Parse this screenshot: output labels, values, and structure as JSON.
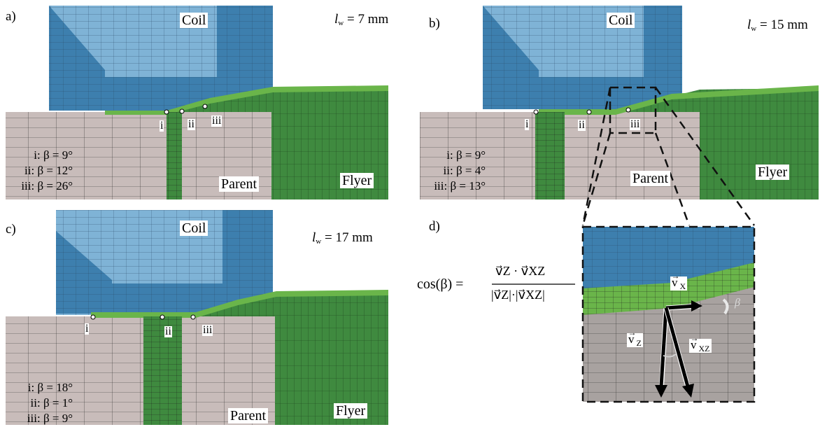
{
  "colors": {
    "coil_light": "#7fb3d6",
    "coil_dark": "#3d7fae",
    "flyer": "#3f8a3f",
    "flyer_light": "#6ab54a",
    "parent": "#c8bcba",
    "mesh": "#1a1a1a"
  },
  "panels": [
    {
      "label": "a)",
      "lw_symbol": "l",
      "lw_sub": "w",
      "lw_value": "= 7 mm",
      "coil": "Coil",
      "parent": "Parent",
      "flyer": "Flyer",
      "points": [
        "i",
        "ii",
        "iii"
      ],
      "betas": [
        "i: β = 9°",
        "ii: β = 12°",
        "iii: β = 26°"
      ]
    },
    {
      "label": "b)",
      "lw_symbol": "l",
      "lw_sub": "w",
      "lw_value": "= 15 mm",
      "coil": "Coil",
      "parent": "Parent",
      "flyer": "Flyer",
      "points": [
        "i",
        "ii",
        "iii"
      ],
      "betas": [
        "i: β = 9°",
        "ii: β = 4°",
        "iii: β = 13°"
      ]
    },
    {
      "label": "c)",
      "lw_symbol": "l",
      "lw_sub": "w",
      "lw_value": "= 17 mm",
      "coil": "Coil",
      "parent": "Parent",
      "flyer": "Flyer",
      "points": [
        "i",
        "ii",
        "iii"
      ],
      "betas": [
        "i: β = 18°",
        "ii: β = 1°",
        "iii: β = 9°"
      ]
    }
  ],
  "detail": {
    "label": "d)",
    "formula_lhs": "cos(β) =",
    "formula_num": "v⃗Z · v⃗XZ",
    "formula_den": "|v⃗Z|·|v⃗XZ|",
    "vx": "X",
    "vz": "Z",
    "vxz": "XZ",
    "beta": "β"
  }
}
